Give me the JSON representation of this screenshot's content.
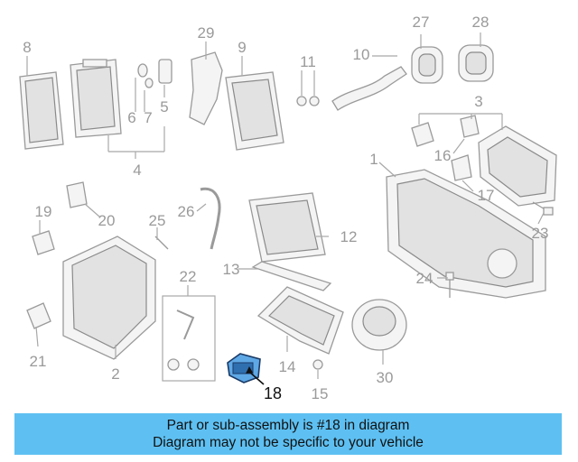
{
  "callouts": [
    {
      "n": "8"
    },
    {
      "n": "29"
    },
    {
      "n": "9"
    },
    {
      "n": "27"
    },
    {
      "n": "28"
    },
    {
      "n": "10"
    },
    {
      "n": "11"
    },
    {
      "n": "6"
    },
    {
      "n": "7"
    },
    {
      "n": "5"
    },
    {
      "n": "4"
    },
    {
      "n": "3"
    },
    {
      "n": "1"
    },
    {
      "n": "16"
    },
    {
      "n": "17"
    },
    {
      "n": "26"
    },
    {
      "n": "12"
    },
    {
      "n": "19"
    },
    {
      "n": "20"
    },
    {
      "n": "25"
    },
    {
      "n": "23"
    },
    {
      "n": "22"
    },
    {
      "n": "13"
    },
    {
      "n": "24"
    },
    {
      "n": "21"
    },
    {
      "n": "2"
    },
    {
      "n": "14"
    },
    {
      "n": "30"
    },
    {
      "n": "15"
    }
  ],
  "highlighted_callout": "18",
  "highlight_color": "#5fa8e6",
  "banner": {
    "line1": "Part or sub-assembly is #18 in diagram",
    "line2": "Diagram may not be specific to your vehicle",
    "background": "#5ec0f2"
  }
}
